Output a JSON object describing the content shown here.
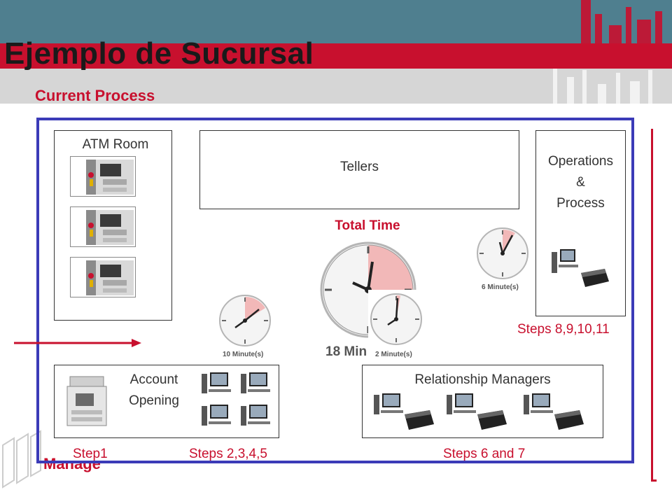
{
  "slide": {
    "title": "Ejemplo de Sucursal",
    "subtitle": "Current Process",
    "logo_fragment": "Manage"
  },
  "areas": {
    "atm_room": {
      "label": "ATM Room"
    },
    "tellers": {
      "label": "Tellers"
    },
    "operations": {
      "label_lines": [
        "Operations",
        "&",
        "Process"
      ]
    },
    "account_opening": {
      "label_lines": [
        "Account",
        "Opening"
      ]
    },
    "relationship_managers": {
      "label": "Relationship Managers"
    }
  },
  "clocks": {
    "total": {
      "heading": "Total Time",
      "caption": "18 Min"
    },
    "ops": {
      "caption": "6 Minute(s)"
    },
    "account": {
      "caption": "10 Minute(s)"
    },
    "rm": {
      "caption": "2 Minute(s)"
    }
  },
  "steps": {
    "step1": "Step1",
    "account": "Steps 2,3,4,5",
    "rm": "Steps 6 and 7",
    "ops": "Steps 8,9,10,11"
  },
  "colors": {
    "accent_red": "#c8102e",
    "frame_blue": "#3b3bb8",
    "header_teal": "#4f7f8f",
    "header_gray": "#d6d6d6",
    "clock_fill": "#f2b8b8"
  }
}
